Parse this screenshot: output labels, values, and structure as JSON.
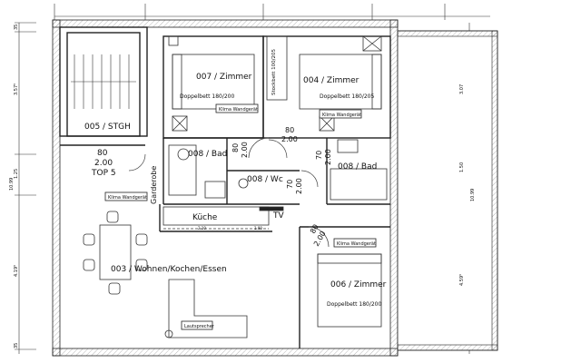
{
  "rooms": {
    "stgh": "005 / STGH",
    "zimmer_007": "007 / Zimmer",
    "zimmer_004": "004 / Zimmer",
    "zimmer_006": "006 / Zimmer",
    "bad_008_left": "008 / Bad",
    "bad_008_right": "008 / Bad",
    "wc": "008 / Wc",
    "kueche": "Küche",
    "wohnen": "003 / Wohnen/Kochen/Essen"
  },
  "furniture": {
    "bed_007": "Doppelbett 180/200",
    "bed_004": "Doppelbett 180/205",
    "bed_006": "Doppelbett 180/200",
    "stockbett": "Stockbett 100/205",
    "tv": "TV",
    "garderobe": "Garderobe"
  },
  "devices": {
    "klima_007": "Klima Wandgerät",
    "klima_004": "Klima Wandgerät",
    "klima_top": "Klima Wandgerät",
    "klima_006": "Klima Wandgerät",
    "lautsprecher": "Lautsprecher"
  },
  "entry": {
    "width": "80",
    "height": "2.00",
    "label": "TOP 5"
  },
  "doors": {
    "d_bad_w": "80",
    "d_bad_h": "2.00",
    "d_hall_w": "80",
    "d_hall_h": "2.00",
    "d_right_w": "70",
    "d_right_h": "2.00",
    "d_wc_w": "70",
    "d_wc_h": "2.00",
    "d_006_w": "80",
    "d_006_h": "2.00"
  },
  "dimensions": {
    "left": [
      "35",
      "3.57⁵",
      "1.25",
      "10.99",
      "4.19⁵",
      "35"
    ],
    "right": [
      "3.07",
      "1.50",
      "10.99",
      "4.59⁵"
    ],
    "kitchen_a": "2.10",
    "kitchen_b": "1.80"
  }
}
